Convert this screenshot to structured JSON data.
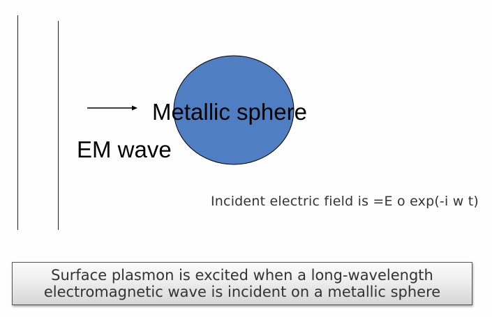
{
  "diagram": {
    "sphere_label": "Metallic sphere",
    "wave_label": "EM wave",
    "field_equation": "Incident electric field is =E o exp(-i w t)",
    "sphere_color": "#4f7fc2",
    "sphere_outline": "#000000"
  },
  "caption": {
    "line1": "Surface plasmon is excited when a long-wavelength",
    "line2": "electromagnetic wave is incident on a metallic sphere"
  }
}
